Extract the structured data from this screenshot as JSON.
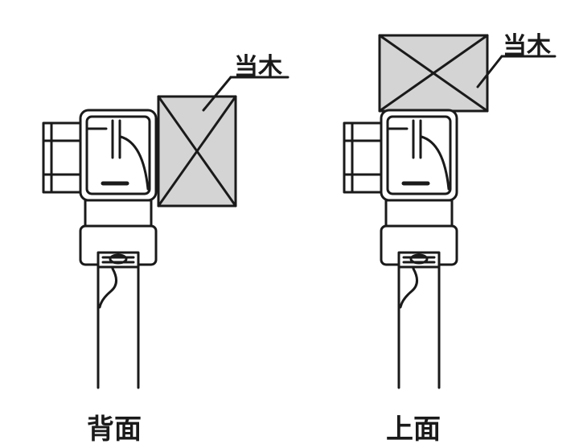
{
  "figures": [
    {
      "block_label": "当木",
      "caption": "背面"
    },
    {
      "block_label": "当木",
      "caption": "上面"
    }
  ],
  "colors": {
    "line": "#1a1a1a",
    "block_fill": "#d4d4d4",
    "background": "#ffffff"
  }
}
